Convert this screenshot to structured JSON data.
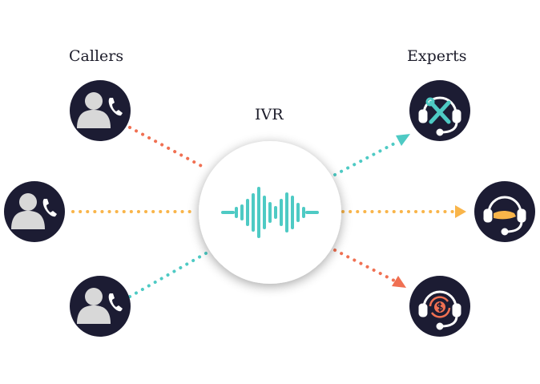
{
  "labels": {
    "callers": "Callers",
    "experts": "Experts",
    "ivr": "IVR"
  },
  "colors": {
    "node_fill": "#1c1c33",
    "caller_person": "#d8d8d8",
    "coral": "#f07052",
    "amber": "#f9b54a",
    "teal": "#4ecac4",
    "hub_shadow": "#d0d0d0"
  },
  "callers": [
    {
      "icon": "caller-phone-icon",
      "connector_color": "coral"
    },
    {
      "icon": "caller-phone-icon",
      "connector_color": "amber"
    },
    {
      "icon": "caller-phone-icon",
      "connector_color": "teal"
    }
  ],
  "experts": [
    {
      "icon": "headset-tools-icon",
      "connector_color": "teal"
    },
    {
      "icon": "headset-hand-icon",
      "connector_color": "amber"
    },
    {
      "icon": "headset-money-icon",
      "connector_color": "coral"
    }
  ],
  "hub": {
    "icon": "sound-wave-icon"
  }
}
